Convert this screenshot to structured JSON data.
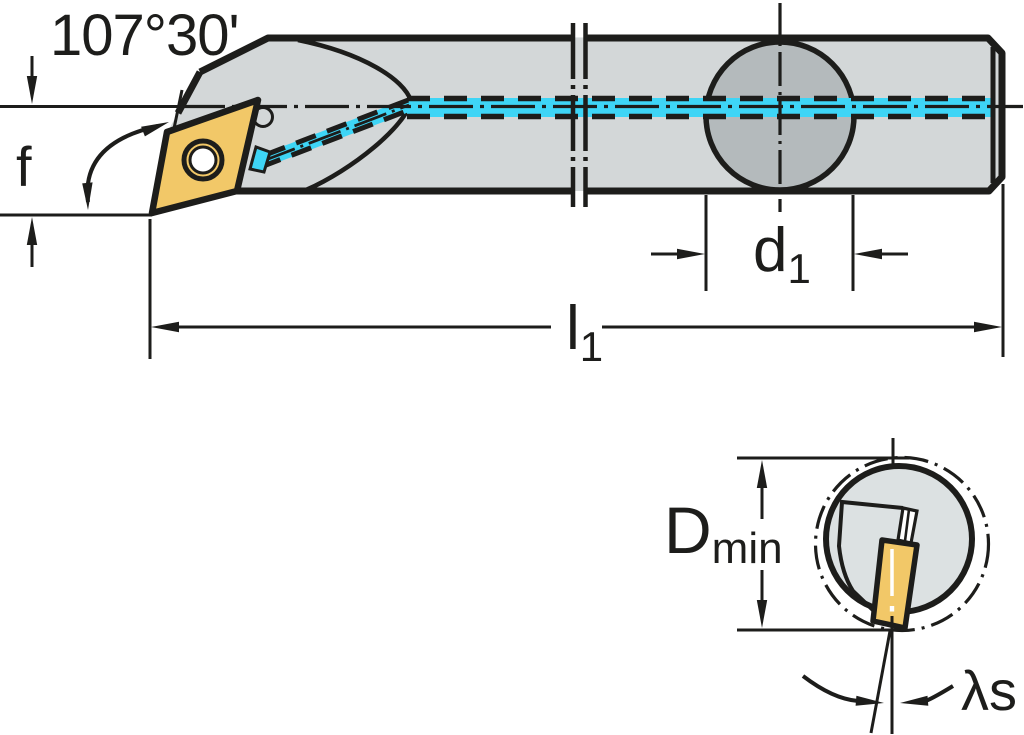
{
  "drawing": {
    "type": "technical-drawing-tool-holder",
    "labels": {
      "angle": "107°30'",
      "feed": "f",
      "d1_base": "d",
      "d1_sub": "1",
      "l1_base": "l",
      "l1_sub": "1",
      "dmin_base": "D",
      "dmin_sub": "min",
      "lambda_s": "λs"
    },
    "views": {
      "main": "side view of boring bar with indexable diamond insert, coolant channel and shank break lines",
      "detail": "cross-section through insert position showing minimum bore diameter and inclination angle"
    }
  },
  "colors": {
    "outline_black": "#1d1d1b",
    "body_gray": "#d3d7d8",
    "clamp_circle_gray": "#b4babc",
    "section_gray": "#dce1e2",
    "insert_yellow": "#f2c868",
    "coolant_cyan": "#3ed5f6",
    "background": "#ffffff"
  }
}
